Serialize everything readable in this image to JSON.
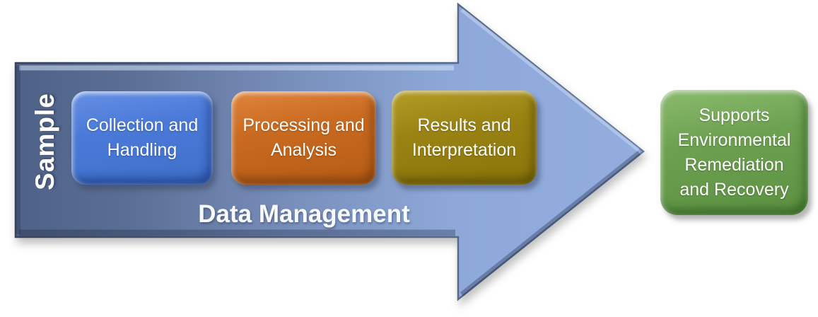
{
  "flow": {
    "vertical_label": "Sample",
    "banner_label": "Data Management",
    "stages": [
      {
        "label": "Collection and\nHandling",
        "color": "#4A79D8"
      },
      {
        "label": "Processing and\nAnalysis",
        "color": "#C96A20"
      },
      {
        "label": "Results and\nInterpretation",
        "color": "#9A8313"
      }
    ],
    "outcome": {
      "label": "Supports\nEnvironmental\nRemediation\nand Recovery",
      "color": "#6CA150"
    },
    "arrow": {
      "fill_dark": "#55688D",
      "fill_light": "#93AEDE"
    }
  }
}
